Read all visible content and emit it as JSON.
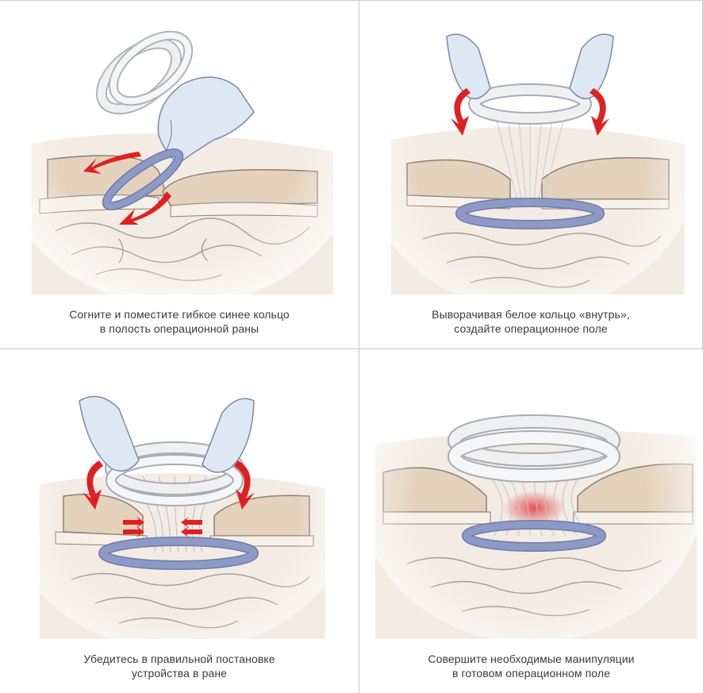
{
  "steps": [
    {
      "caption_line1": "Согните и поместите гибкое синее кольцо",
      "caption_line2": "в полость операционной раны"
    },
    {
      "caption_line1": "Выворачивая белое кольцо «внутрь»,",
      "caption_line2": "создайте операционное поле"
    },
    {
      "caption_line1": "Убедитесь в правильной постановке",
      "caption_line2": "устройства в ране"
    },
    {
      "caption_line1": "Совершите необходимые манипуляции",
      "caption_line2": "в готовом операционном поле"
    }
  ],
  "colors": {
    "skin": "#e4d2bd",
    "tissue_fill": "#efe5d8",
    "fat_layer": "#f5f0e8",
    "dura": "#d8d8dc",
    "blue_ring": "#8d9ac6",
    "white_ring": "#eef0f2",
    "glove": "#dde8f4",
    "arrow_red": "#e02020",
    "outline": "#6f6a66"
  }
}
